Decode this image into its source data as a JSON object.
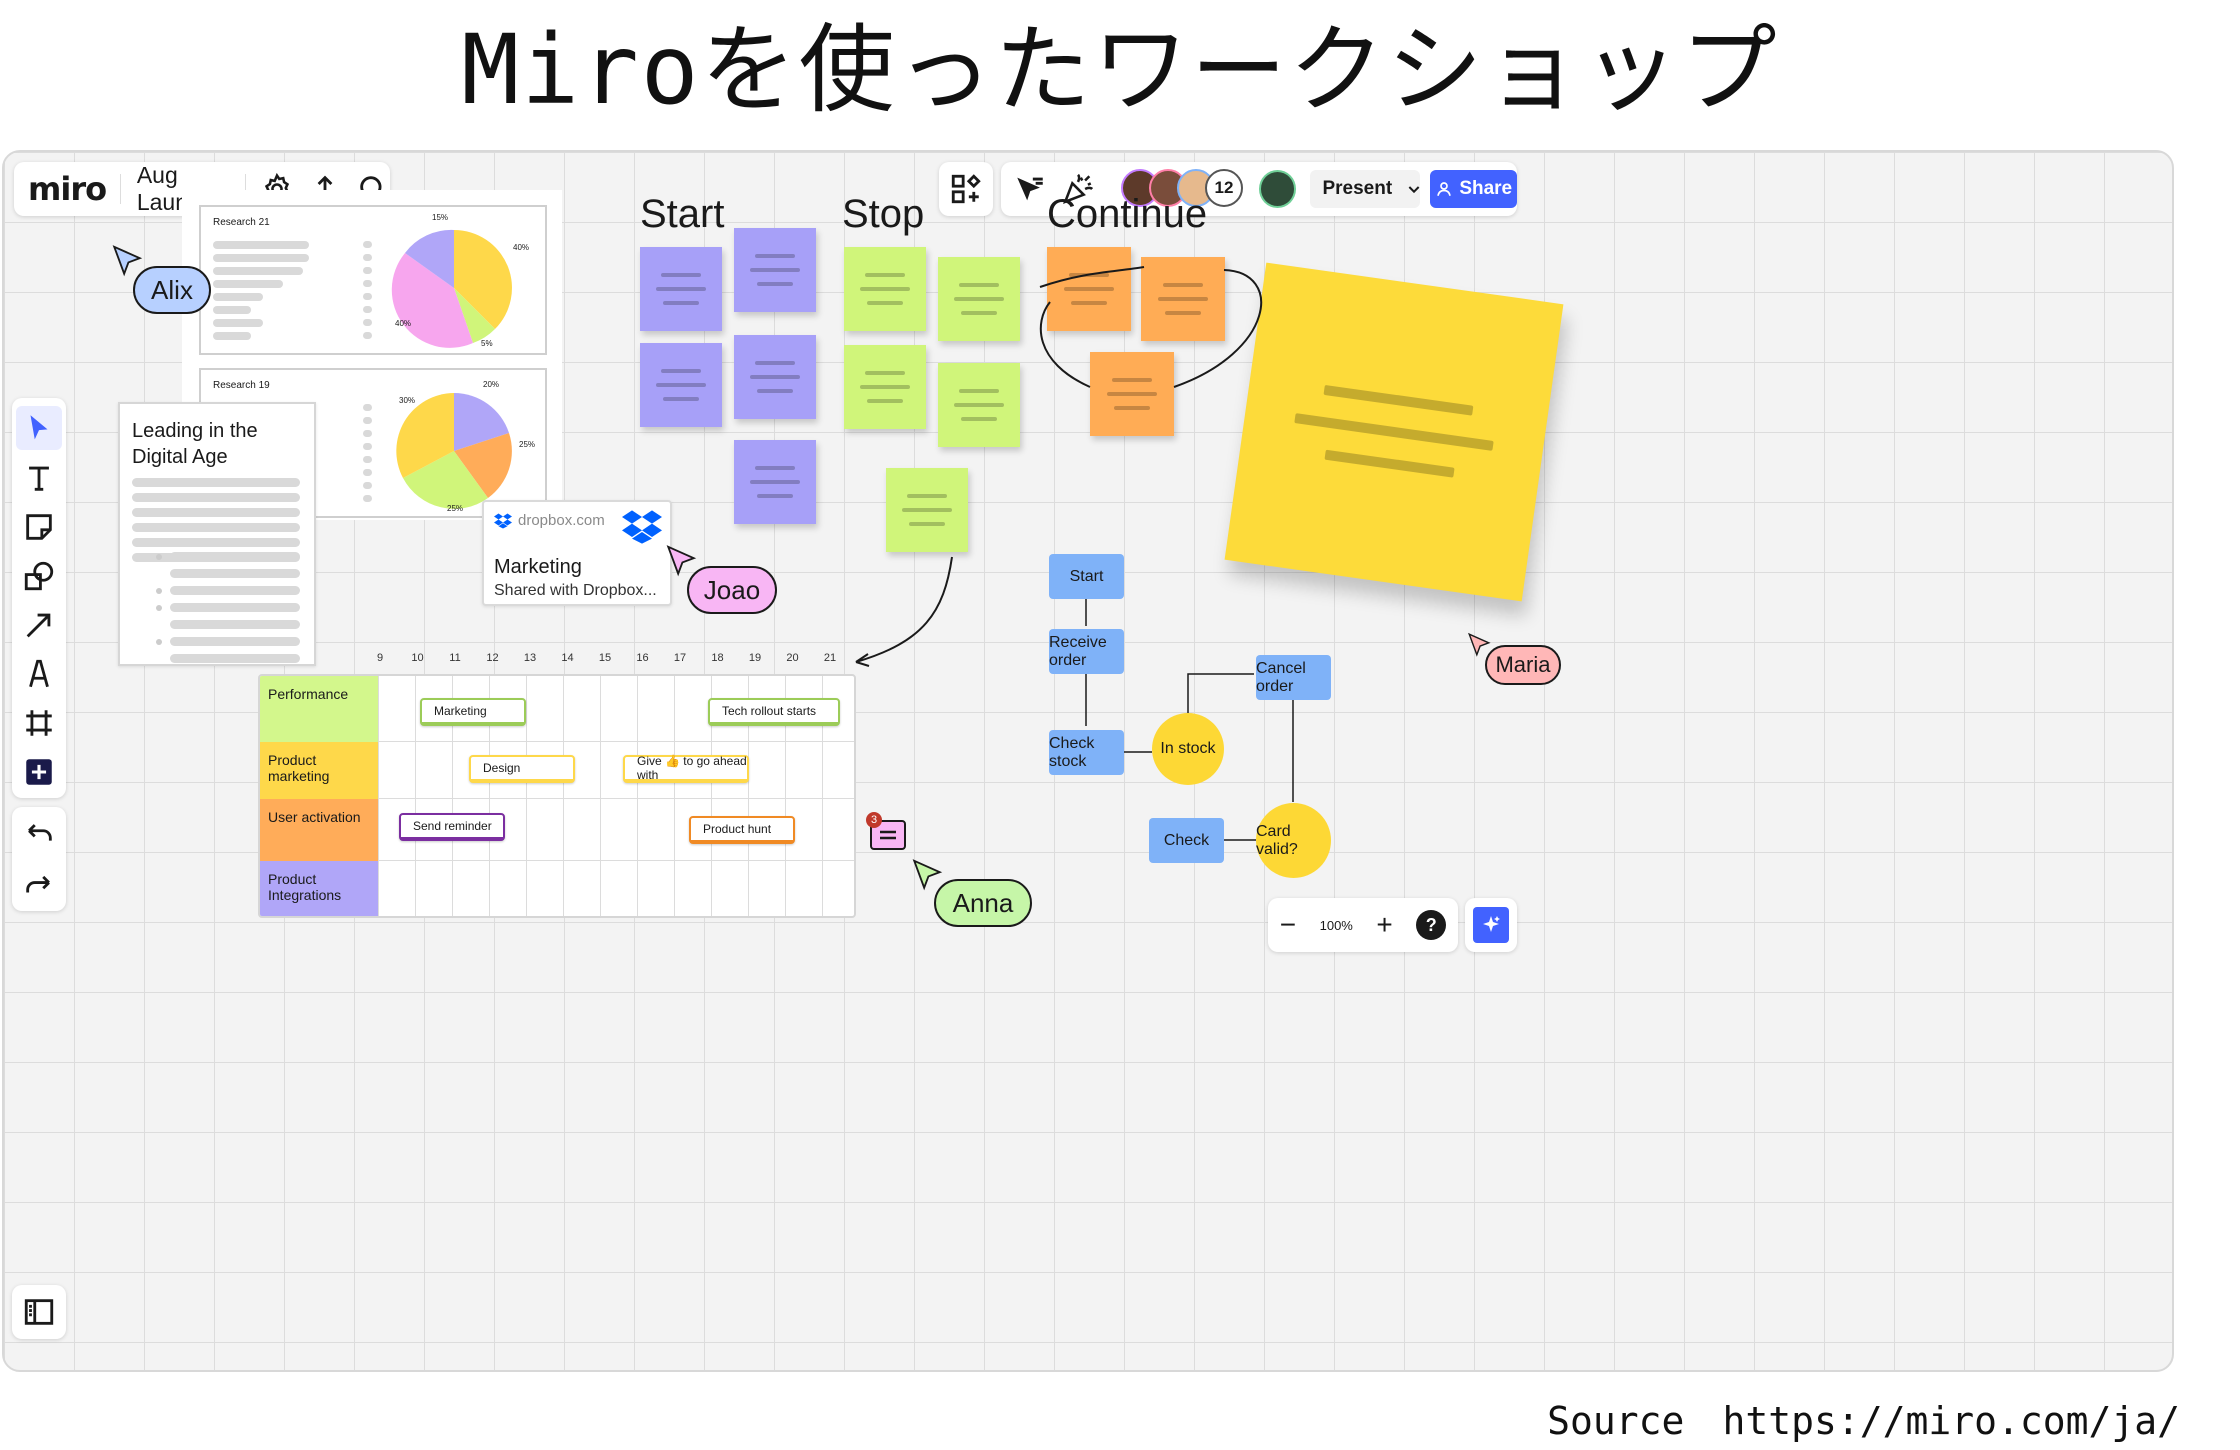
{
  "page": {
    "title": "Miroを使ったワークショップ",
    "source": "Source　https://miro.com/ja/"
  },
  "topbar": {
    "logo": "miro",
    "board_name": "Aug Launch",
    "settings_icon": "gear-icon",
    "export_icon": "upload-icon",
    "search_icon": "search-icon"
  },
  "collab_bar": {
    "apps_icon": "apps-icon",
    "cursor_icon": "cursor-filter-icon",
    "celebrate_icon": "party-popper-icon",
    "extra_count": "12",
    "present_label": "Present",
    "share_label": "Share",
    "share_color": "#4262ff"
  },
  "left_toolbar": {
    "tools": [
      "select-icon",
      "text-icon",
      "sticky-note-icon",
      "shapes-icon",
      "arrow-icon",
      "pen-icon",
      "frame-icon",
      "add-icon"
    ],
    "undo_icon": "undo-icon",
    "redo_icon": "redo-icon",
    "panel_icon": "side-panel-icon"
  },
  "research_cards": [
    {
      "title": "Research 21",
      "labels": [
        "15%",
        "40%",
        "40%",
        "5%"
      ]
    },
    {
      "title": "Research 19",
      "labels": [
        "20%",
        "30%",
        "25%",
        "25%"
      ]
    }
  ],
  "doc_card": {
    "title": "Leading in the Digital Age"
  },
  "dropbox_card": {
    "domain": "dropbox.com",
    "title": "Marketing",
    "subtitle": "Shared with Dropbox..."
  },
  "retro": {
    "columns": [
      "Start",
      "Stop",
      "Continue"
    ],
    "colors": {
      "start": "#a7a0f8",
      "stop": "#d0f57a",
      "continue": "#ffac55",
      "big": "#fddb3a"
    }
  },
  "cursors": [
    {
      "name": "Alix",
      "color": "#b7d0ff"
    },
    {
      "name": "Joao",
      "color": "#f8b6f4"
    },
    {
      "name": "Maria",
      "color": "#ffb7b7"
    },
    {
      "name": "Anna",
      "color": "#c6f6a8"
    }
  ],
  "comment": {
    "count": "3"
  },
  "flowchart": {
    "start": "Start",
    "receive_order": "Receive order",
    "check_stock": "Check stock",
    "in_stock": "In stock",
    "cancel_order": "Cancel order",
    "check": "Check",
    "card_valid": "Card valid?"
  },
  "gantt": {
    "days": [
      "9",
      "10",
      "11",
      "12",
      "13",
      "14",
      "15",
      "16",
      "17",
      "18",
      "19",
      "20",
      "21"
    ],
    "rows": [
      {
        "label": "Performance",
        "color": "#d3f78c"
      },
      {
        "label": "Product marketing",
        "color": "#fed84a"
      },
      {
        "label": "User activation",
        "color": "#ffac59"
      },
      {
        "label": "Product Integrations",
        "color": "#b0a6f8"
      }
    ],
    "bars": [
      "Marketing",
      "Tech rollout starts",
      "Design",
      "Give 👍 to go ahead with",
      "Send reminder",
      "Product hunt"
    ]
  },
  "zoom": {
    "level": "100%",
    "minus": "−",
    "plus": "+",
    "help": "?"
  },
  "ai_icon": "sparkle-icon"
}
